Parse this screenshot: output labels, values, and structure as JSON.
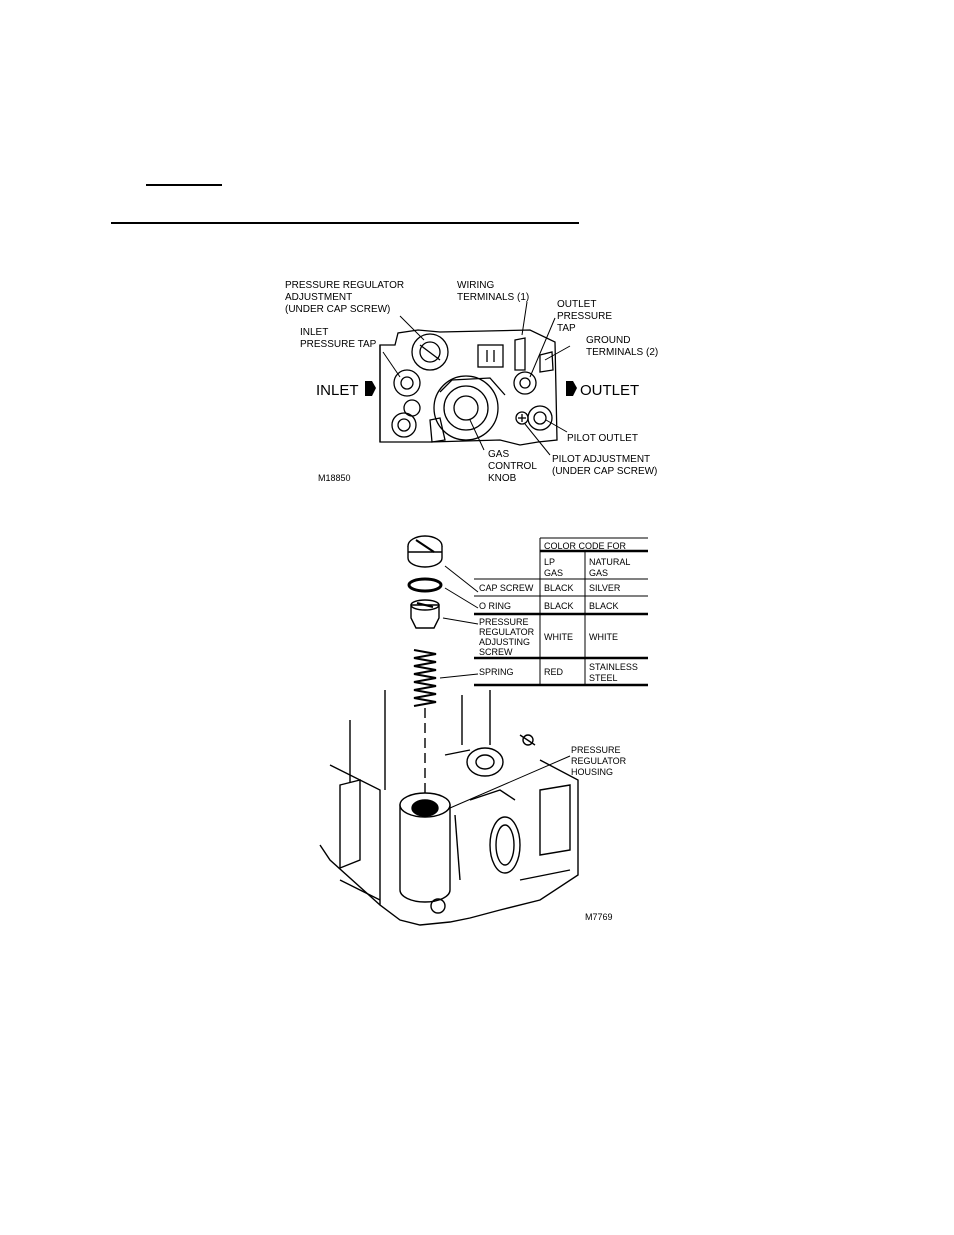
{
  "figure1": {
    "labels": {
      "pressure_regulator": [
        "PRESSURE REGULATOR",
        "ADJUSTMENT",
        "(UNDER CAP SCREW)"
      ],
      "inlet_tap": [
        "INLET",
        "PRESSURE TAP"
      ],
      "wiring": [
        "WIRING",
        "TERMINALS (1)"
      ],
      "outlet_tap": [
        "OUTLET",
        "PRESSURE",
        "TAP"
      ],
      "ground": [
        "GROUND",
        "TERMINALS (2)"
      ],
      "inlet": "INLET",
      "outlet": "OUTLET",
      "pilot_outlet": "PILOT OUTLET",
      "pilot_adjustment": [
        "PILOT ADJUSTMENT",
        "(UNDER CAP SCREW)"
      ],
      "gas_knob": [
        "GAS",
        "CONTROL",
        "KNOB"
      ],
      "code": "M18850"
    }
  },
  "figure2": {
    "table": {
      "header": "COLOR CODE FOR",
      "col1": [
        "LP",
        "GAS"
      ],
      "col2": [
        "NATURAL",
        "GAS"
      ],
      "rows": [
        {
          "part": [
            "CAP SCREW"
          ],
          "lp": "BLACK",
          "natural": [
            "SILVER"
          ]
        },
        {
          "part": [
            "O RING"
          ],
          "lp": "BLACK",
          "natural": [
            "BLACK"
          ]
        },
        {
          "part": [
            "PRESSURE",
            "REGULATOR",
            "ADJUSTING",
            "SCREW"
          ],
          "lp": "WHITE",
          "natural": [
            "WHITE"
          ]
        },
        {
          "part": [
            "SPRING"
          ],
          "lp": "RED",
          "natural": [
            "STAINLESS",
            "STEEL"
          ]
        }
      ]
    },
    "housing_label": [
      "PRESSURE",
      "REGULATOR",
      "HOUSING"
    ],
    "code": "M7769"
  }
}
